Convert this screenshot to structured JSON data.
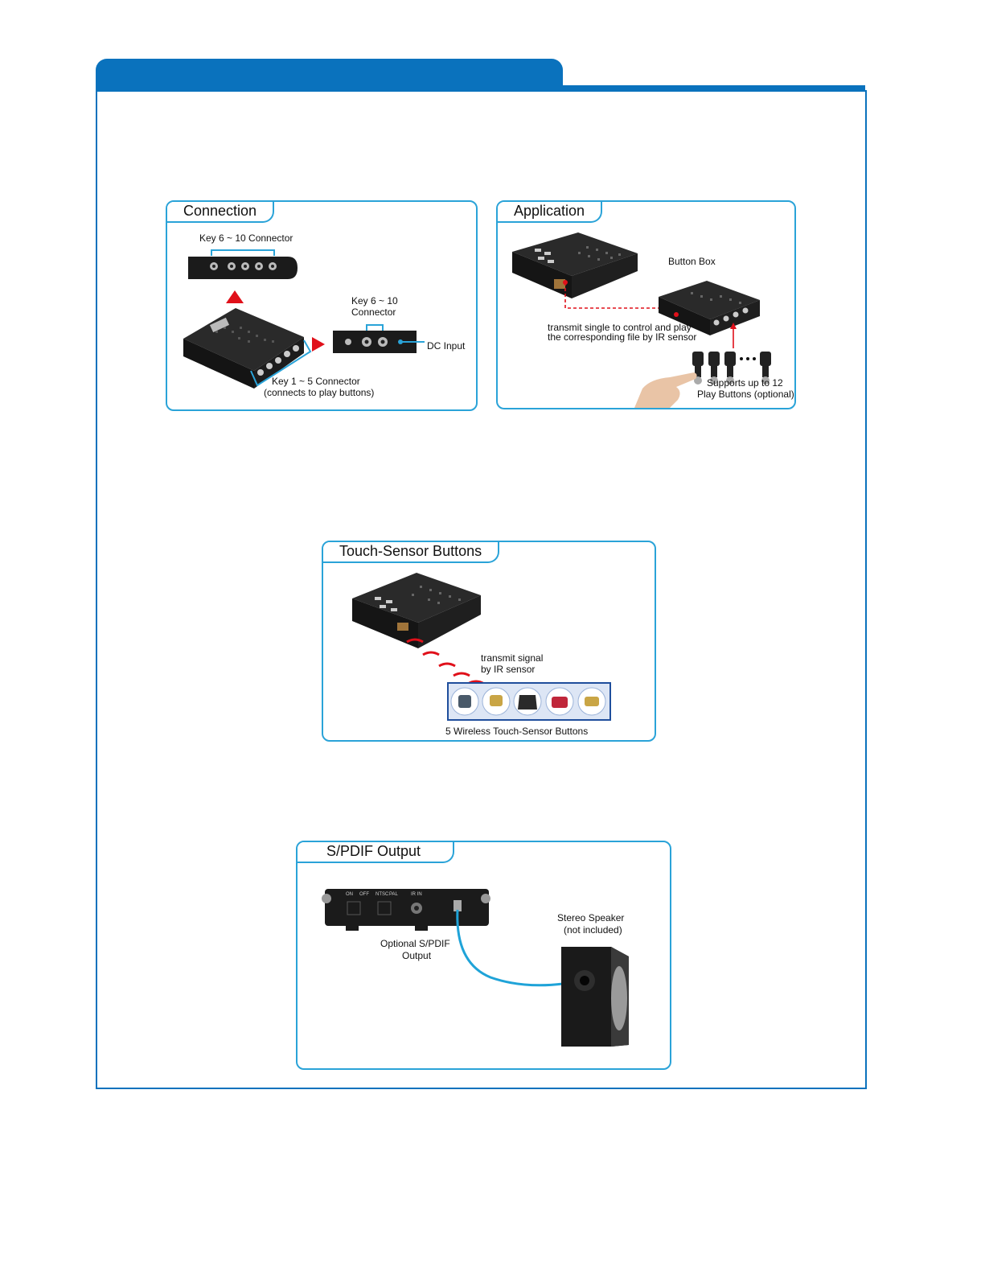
{
  "connection": {
    "title": "Connection",
    "key_6_10_connector": "Key 6 ~ 10 Connector",
    "key_6_10_line1": "Key 6 ~ 10",
    "key_6_10_line2": "Connector",
    "dc_input": "DC Input",
    "key_1_5_line1": "Key 1 ~ 5 Connector",
    "key_1_5_line2": "(connects to play buttons)"
  },
  "application": {
    "title": "Application",
    "button_box": "Button Box",
    "transmit_line1": "transmit single to control and play",
    "transmit_line2": "the corresponding file by IR sensor",
    "supports_line1": "Supports up to 12",
    "supports_line2": "Play Buttons (optional)"
  },
  "touch": {
    "title": "Touch-Sensor Buttons",
    "transmit_line1": "transmit signal",
    "transmit_line2": "by IR sensor",
    "caption": "5 Wireless Touch-Sensor Buttons"
  },
  "spdif": {
    "title": "S/PDIF Output",
    "optional_line1": "Optional S/PDIF",
    "optional_line2": "Output",
    "speaker_line1": "Stereo Speaker",
    "speaker_line2": "(not included)",
    "switch_on": "ON",
    "switch_off": "OFF",
    "switch_ntsc": "NTSC",
    "switch_pal": "PAL",
    "ir_in": "IR IN"
  },
  "colors": {
    "brand_blue": "#0a72bd",
    "panel_border": "#2aa3d8",
    "accent_red": "#e0101a"
  }
}
